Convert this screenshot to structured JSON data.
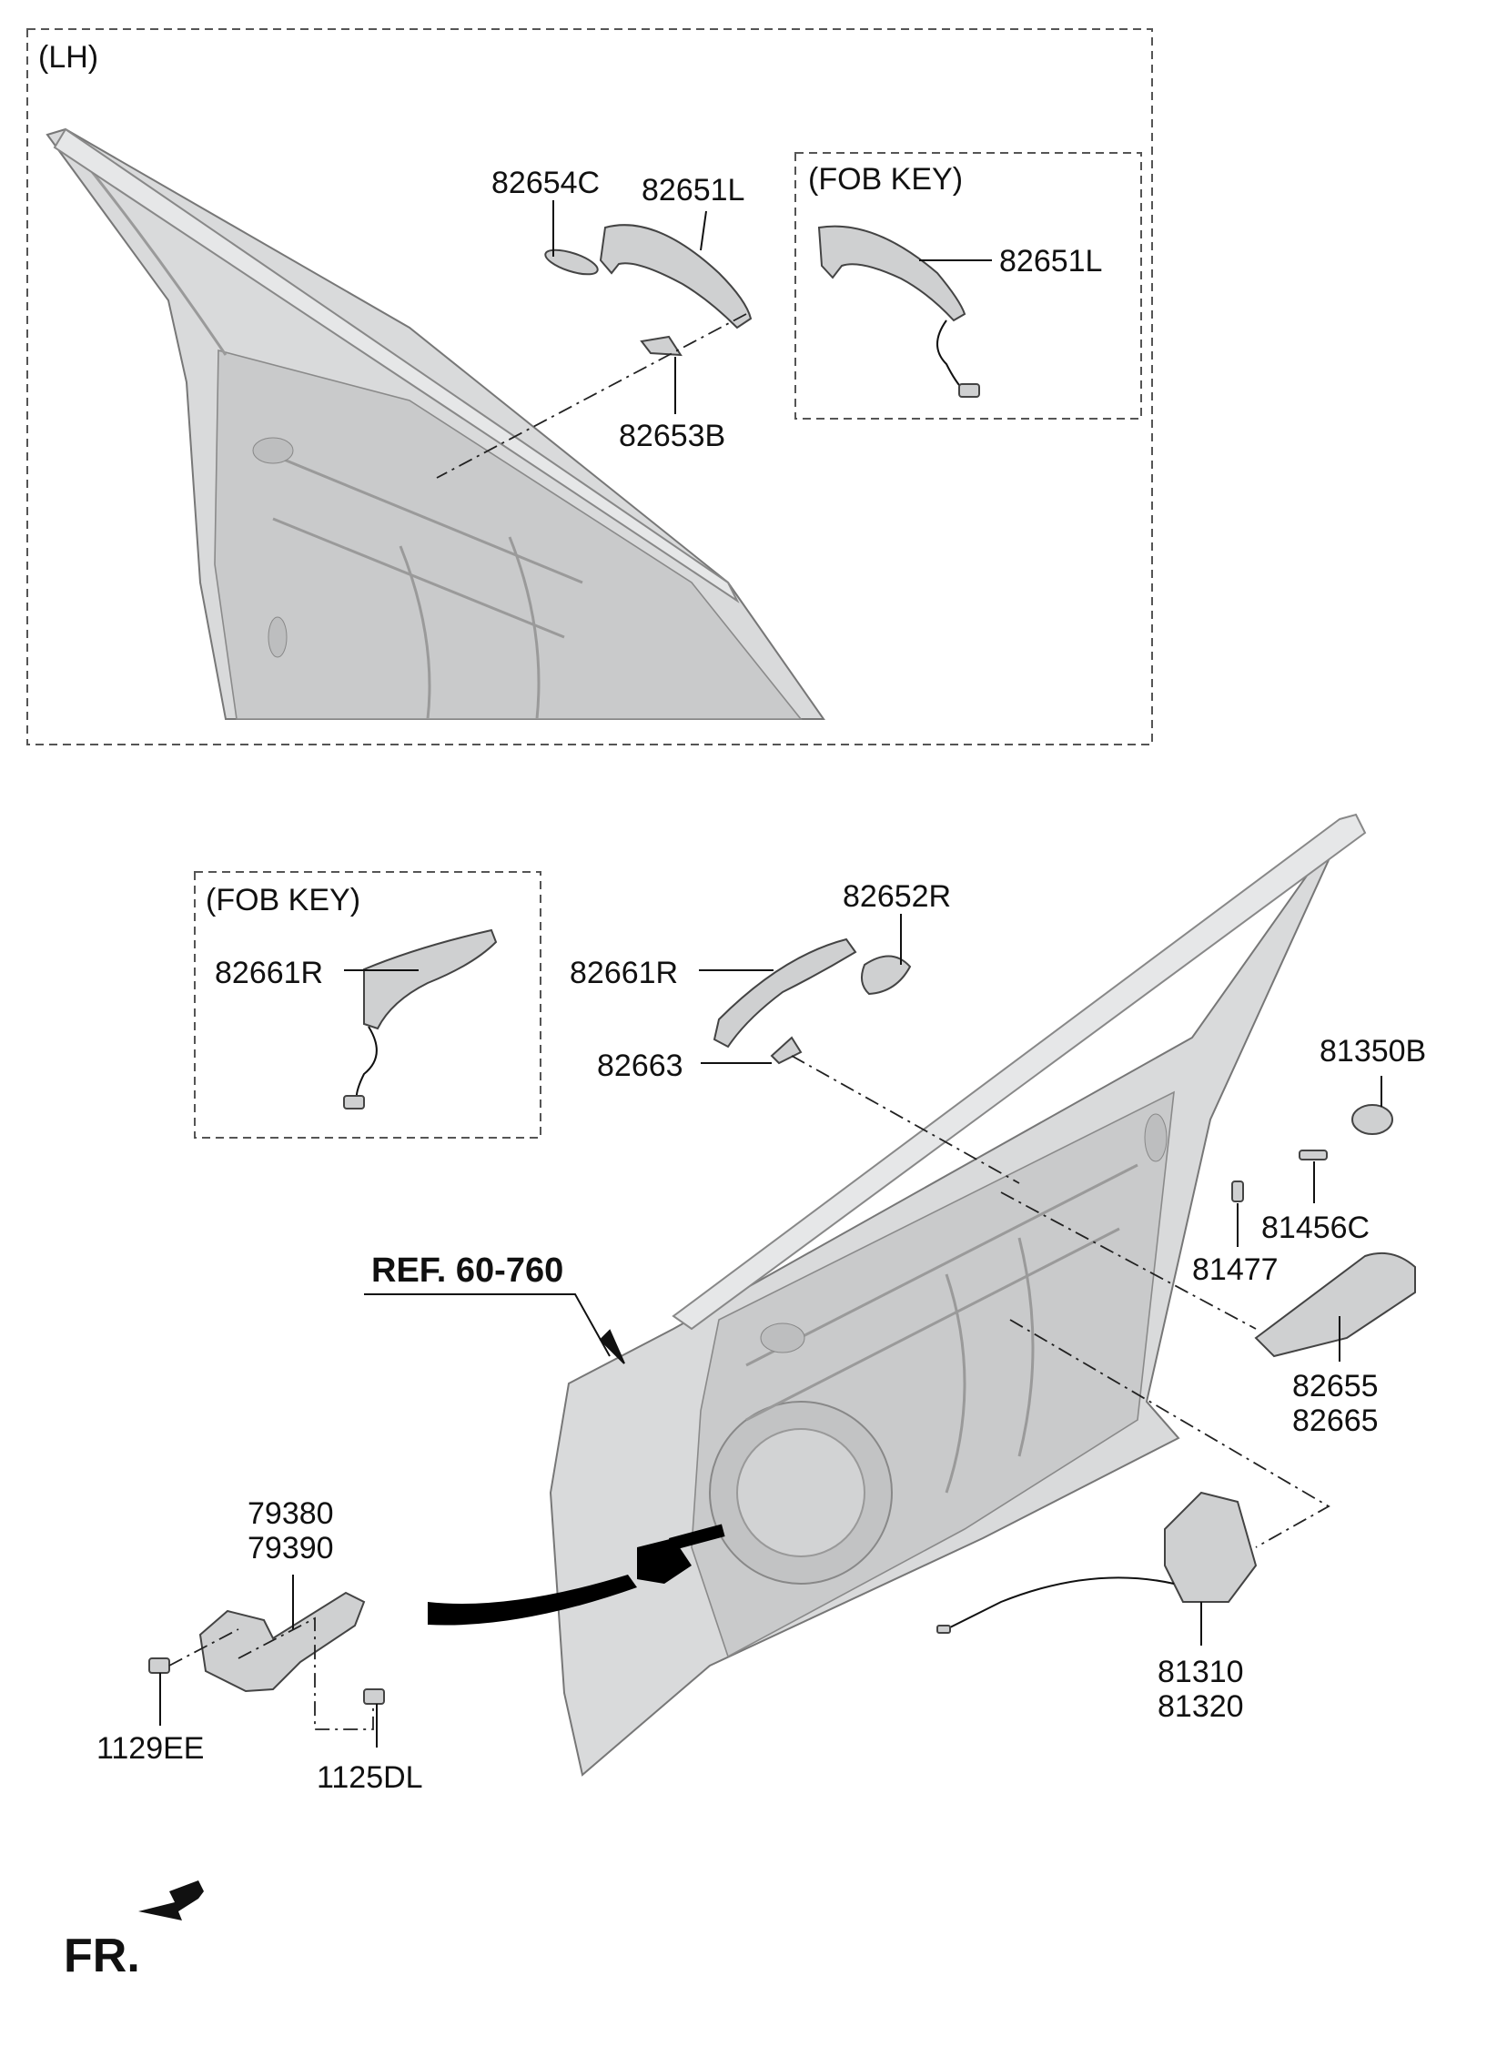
{
  "lh_section": {
    "title": "(LH)",
    "fob_box_title": "(FOB KEY)",
    "labels": {
      "seal": "82654C",
      "handle": "82651L",
      "gasket": "82653B",
      "fob_handle": "82651L"
    }
  },
  "rh_section": {
    "fob_box_title": "(FOB KEY)",
    "labels": {
      "fob_handle": "82661R",
      "handle": "82661R",
      "cap": "82652R",
      "gasket": "82663",
      "actuator_cover": "81350B",
      "screw_a": "81456C",
      "screw_b": "81477",
      "bracket_a": "82655",
      "bracket_b": "82665",
      "checker_a": "79380",
      "checker_b": "79390",
      "bolt_a": "1129EE",
      "bolt_b": "1125DL",
      "latch_a": "81310",
      "latch_b": "81320",
      "reference": "REF. 60-760"
    }
  },
  "orientation_label": "FR.",
  "colors": {
    "panel_fill": "#d9dadb",
    "line": "#111111",
    "frame_dash": "#555555"
  },
  "icons": {
    "front_arrow": "arrow-down-left-icon"
  }
}
